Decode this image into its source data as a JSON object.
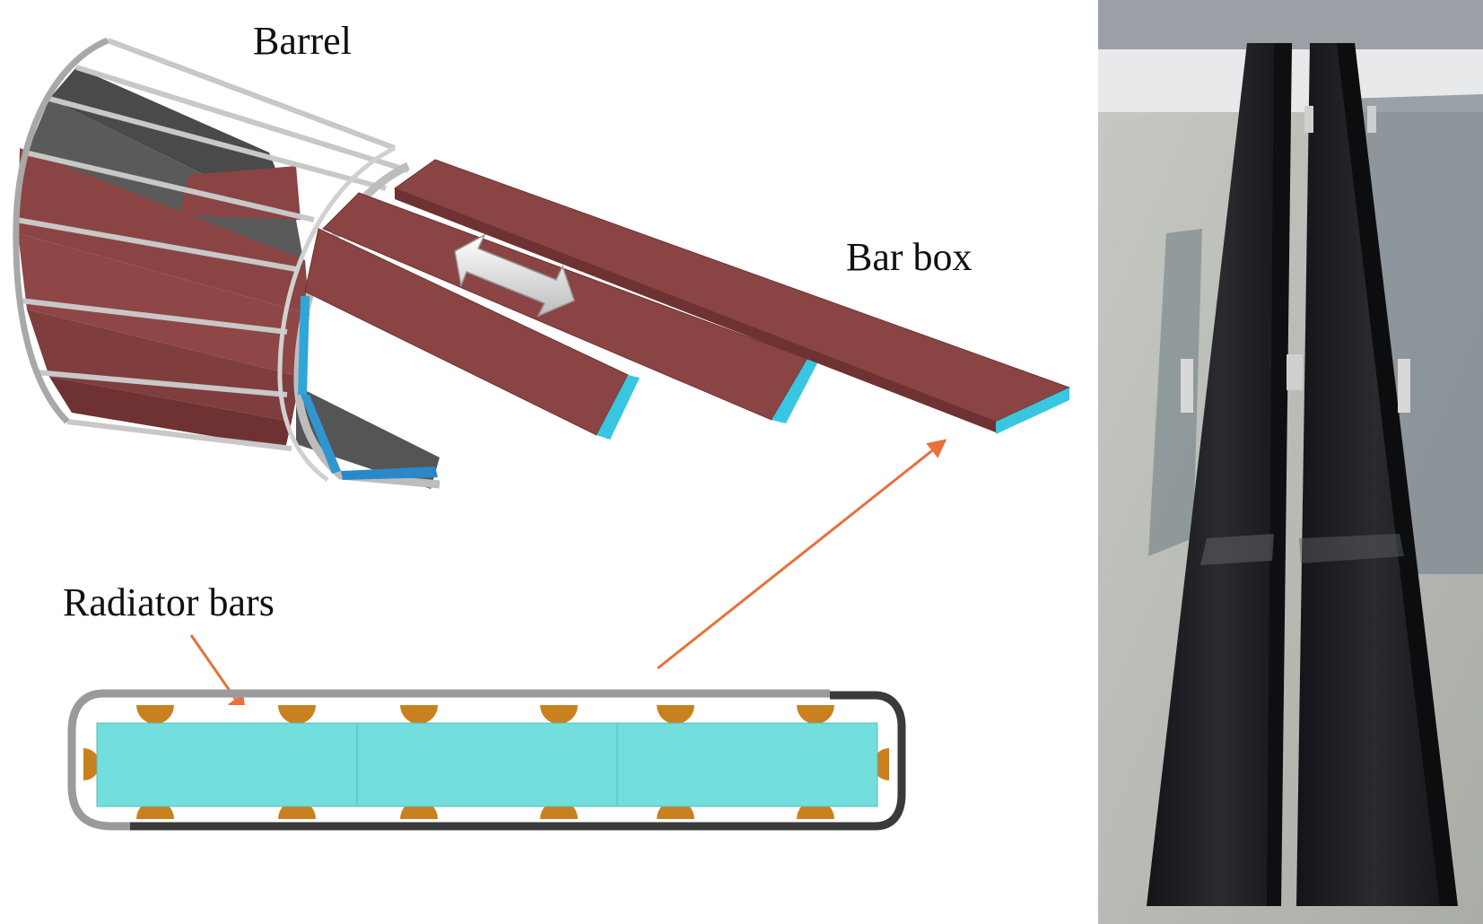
{
  "labels": {
    "barrel": "Barrel",
    "bar_box": "Bar box",
    "radiator_bars": "Radiator bars"
  },
  "colors": {
    "bar_box_red": "#8B4444",
    "bar_box_red_dark": "#6E3232",
    "frame_gray": "#BDBDBD",
    "frame_dark": "#555555",
    "radiator_cyan": "#72DEDE",
    "support_orange": "#C8811E",
    "arrow_orange": "#E8703A",
    "shell_light": "#9A9A9A",
    "shell_dark": "#3A3A3A",
    "photo_floor": "#B4B7B2",
    "carbon_black": "#1B1C1F"
  },
  "icons": {
    "slide_arrow": "double-headed-arrow",
    "pointer_arrow": "arrow-icon"
  }
}
